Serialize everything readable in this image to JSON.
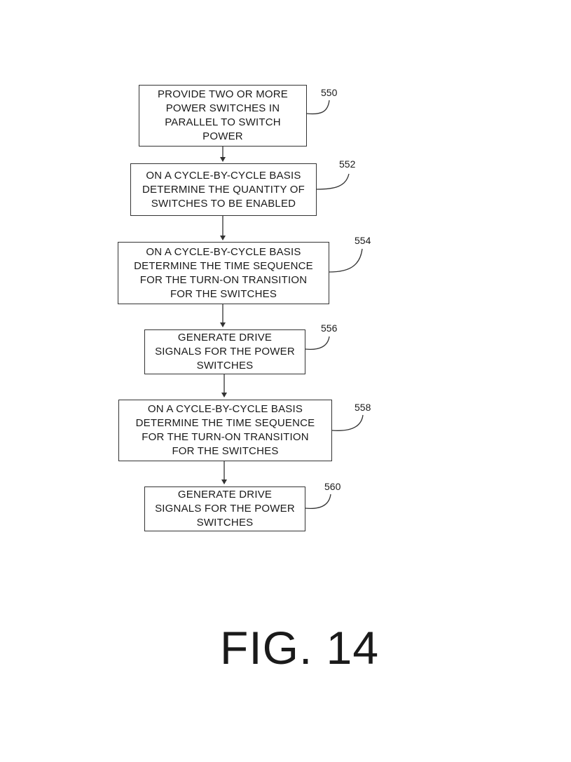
{
  "figure": {
    "title": "FIG. 14"
  },
  "steps": [
    {
      "ref": "550",
      "lines": [
        "PROVIDE TWO OR MORE",
        "POWER SWITCHES IN",
        "PARALLEL TO SWITCH",
        "POWER"
      ]
    },
    {
      "ref": "552",
      "lines": [
        "ON A CYCLE-BY-CYCLE BASIS",
        "DETERMINE THE QUANTITY OF",
        "SWITCHES TO BE ENABLED"
      ]
    },
    {
      "ref": "554",
      "lines": [
        "ON A CYCLE-BY-CYCLE BASIS",
        "DETERMINE THE TIME SEQUENCE",
        "FOR THE TURN-ON TRANSITION",
        "FOR THE SWITCHES"
      ]
    },
    {
      "ref": "556",
      "lines": [
        "GENERATE DRIVE",
        "SIGNALS FOR THE POWER",
        "SWITCHES"
      ]
    },
    {
      "ref": "558",
      "lines": [
        "ON A CYCLE-BY-CYCLE BASIS",
        "DETERMINE THE TIME SEQUENCE",
        "FOR THE TURN-ON TRANSITION",
        "FOR THE SWITCHES"
      ]
    },
    {
      "ref": "560",
      "lines": [
        "GENERATE DRIVE",
        "SIGNALS FOR THE POWER",
        "SWITCHES"
      ]
    }
  ]
}
